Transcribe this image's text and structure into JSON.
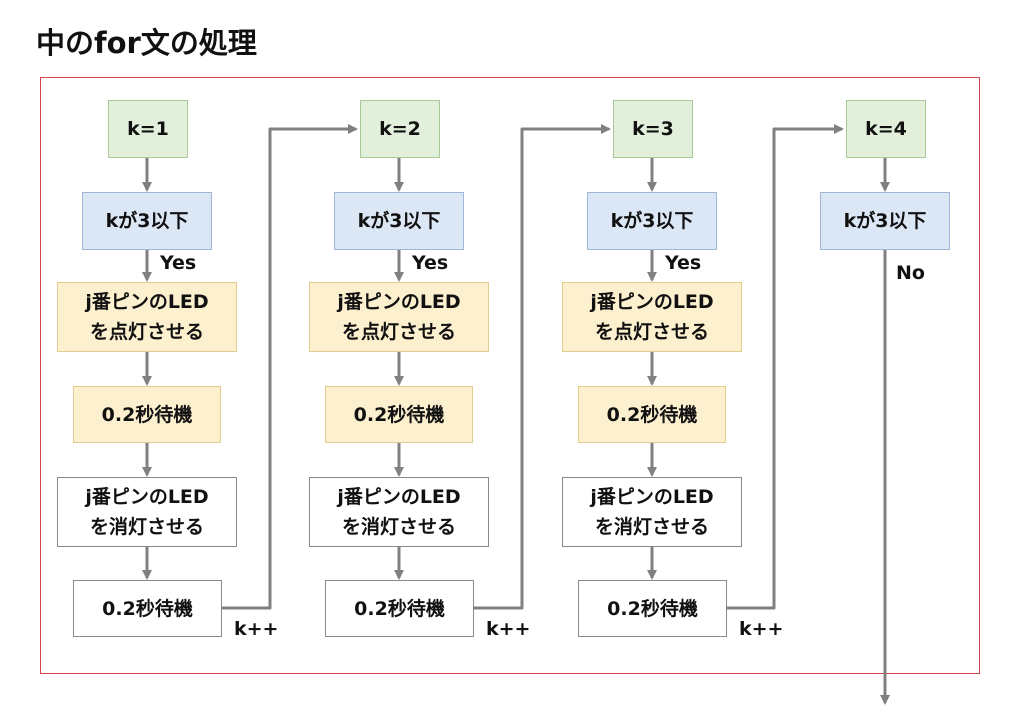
{
  "title": "中のfor文の処理",
  "loops": [
    {
      "k_label": "k=1",
      "condition": "kが3以下",
      "yes_label": "Yes",
      "led_on": "j番ピンのLED\nを点灯させる",
      "wait_1": "0.2秒待機",
      "led_off": "j番ピンのLED\nを消灯させる",
      "wait_2": "0.2秒待機",
      "increment": "k++"
    },
    {
      "k_label": "k=2",
      "condition": "kが3以下",
      "yes_label": "Yes",
      "led_on": "j番ピンのLED\nを点灯させる",
      "wait_1": "0.2秒待機",
      "led_off": "j番ピンのLED\nを消灯させる",
      "wait_2": "0.2秒待機",
      "increment": "k++"
    },
    {
      "k_label": "k=3",
      "condition": "kが3以下",
      "yes_label": "Yes",
      "led_on": "j番ピンのLED\nを点灯させる",
      "wait_1": "0.2秒待機",
      "led_off": "j番ピンのLED\nを消灯させる",
      "wait_2": "0.2秒待機",
      "increment": "k++"
    }
  ],
  "final": {
    "k_label": "k=4",
    "condition": "kが3以下",
    "no_label": "No"
  },
  "colors": {
    "init": "#e2efda",
    "condition": "#dce7f6",
    "action": "#fdf0cf",
    "arrow": "#808080",
    "frame": "#d9424a"
  }
}
